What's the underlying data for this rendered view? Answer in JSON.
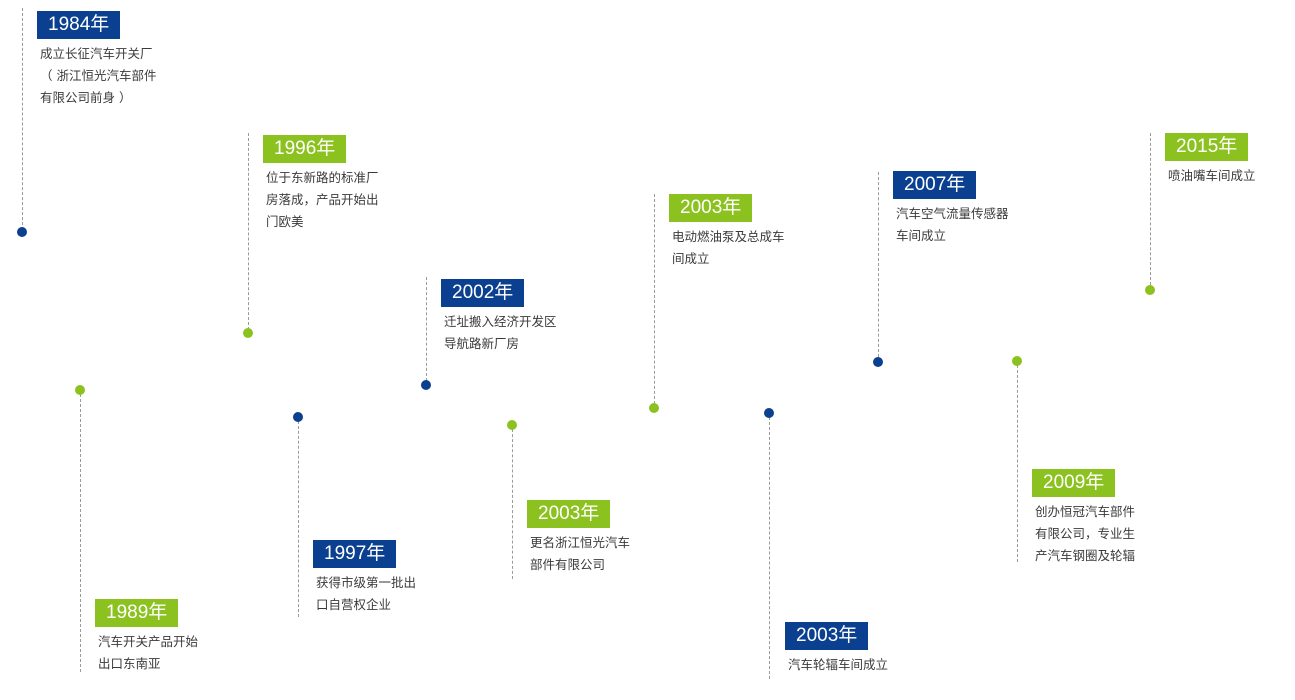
{
  "colors": {
    "blue": "#0b3f8f",
    "green": "#8cc220",
    "text": "#3a3a3a",
    "dashed_line": "#9a9a9a"
  },
  "events": [
    {
      "id": "e1984",
      "year": "1984年",
      "color": "blue",
      "lines": [
        "成立长征汽车开关厂",
        "（ 浙江恒光汽车部件",
        "有限公司前身 ）"
      ]
    },
    {
      "id": "e1989",
      "year": "1989年",
      "color": "green",
      "lines": [
        "汽车开关产品开始",
        "出口东南亚"
      ]
    },
    {
      "id": "e1996",
      "year": "1996年",
      "color": "green",
      "lines": [
        "位于东新路的标准厂",
        "房落成，产品开始出",
        "门欧美"
      ]
    },
    {
      "id": "e1997",
      "year": "1997年",
      "color": "blue",
      "lines": [
        "获得市级第一批出",
        "口自营权企业"
      ]
    },
    {
      "id": "e2002",
      "year": "2002年",
      "color": "blue",
      "lines": [
        "迁址搬入经济开发区",
        "导航路新厂房"
      ]
    },
    {
      "id": "e2003a",
      "year": "2003年",
      "color": "green",
      "lines": [
        "更名浙江恒光汽车",
        "部件有限公司"
      ]
    },
    {
      "id": "e2003b",
      "year": "2003年",
      "color": "green",
      "lines": [
        "电动燃油泵及总成车",
        "间成立"
      ]
    },
    {
      "id": "e2003c",
      "year": "2003年",
      "color": "blue",
      "lines": [
        "汽车轮辐车间成立"
      ]
    },
    {
      "id": "e2007",
      "year": "2007年",
      "color": "blue",
      "lines": [
        "汽车空气流量传感器",
        "车间成立"
      ]
    },
    {
      "id": "e2009",
      "year": "2009年",
      "color": "green",
      "lines": [
        "创办恒冠汽车部件",
        "有限公司，专业生",
        "产汽车钢圈及轮辐"
      ]
    },
    {
      "id": "e2015",
      "year": "2015年",
      "color": "green",
      "lines": [
        "喷油嘴车间成立"
      ]
    }
  ]
}
